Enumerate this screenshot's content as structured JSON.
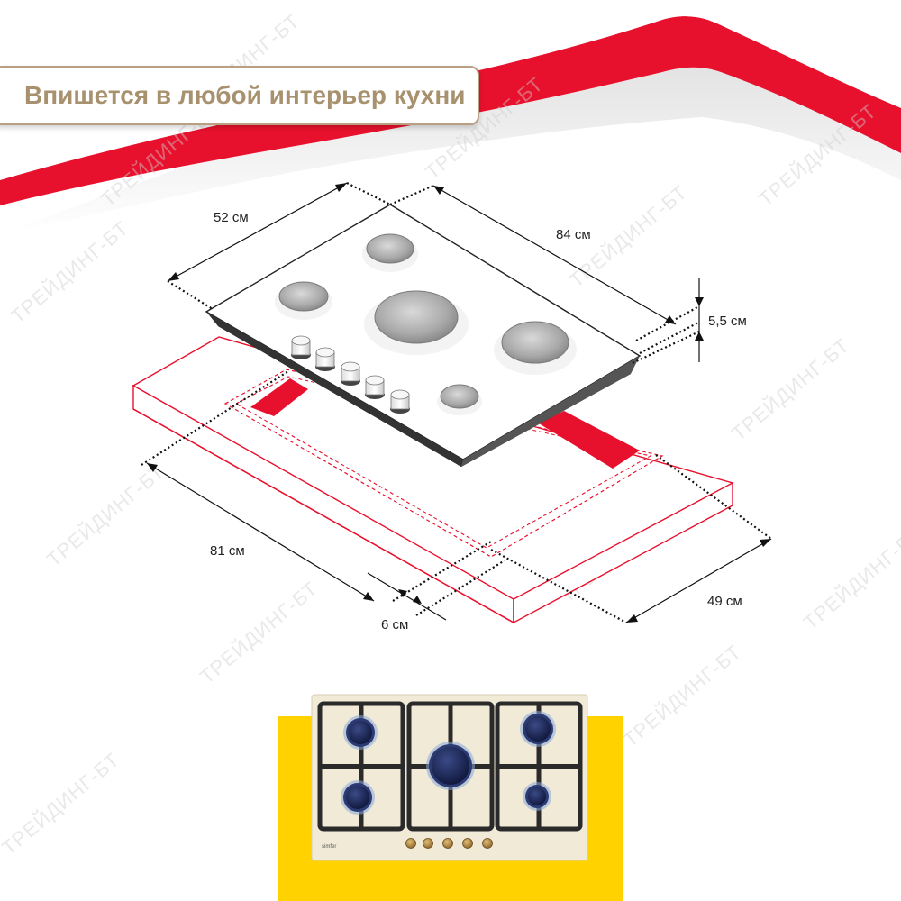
{
  "banner": {
    "title": "Впишется в любой интерьер кухни"
  },
  "dimensions": {
    "depth_top": "52 см",
    "width_top": "84 см",
    "height": "5,5 см",
    "cutout_width": "81 см",
    "cutout_depth": "49 см",
    "offset": "6 см"
  },
  "watermark": {
    "text": "ТРЕЙДИНГ-БТ"
  },
  "colors": {
    "accent_red": "#e8112d",
    "banner_text": "#a8916e",
    "banner_border": "#b9a082",
    "photo_background": "#ffd200",
    "hob_surface": "#f1ead7",
    "burner_cap": "#1d2a5c",
    "knob": "#b88a3c"
  },
  "photo": {
    "brand": "simfer"
  }
}
